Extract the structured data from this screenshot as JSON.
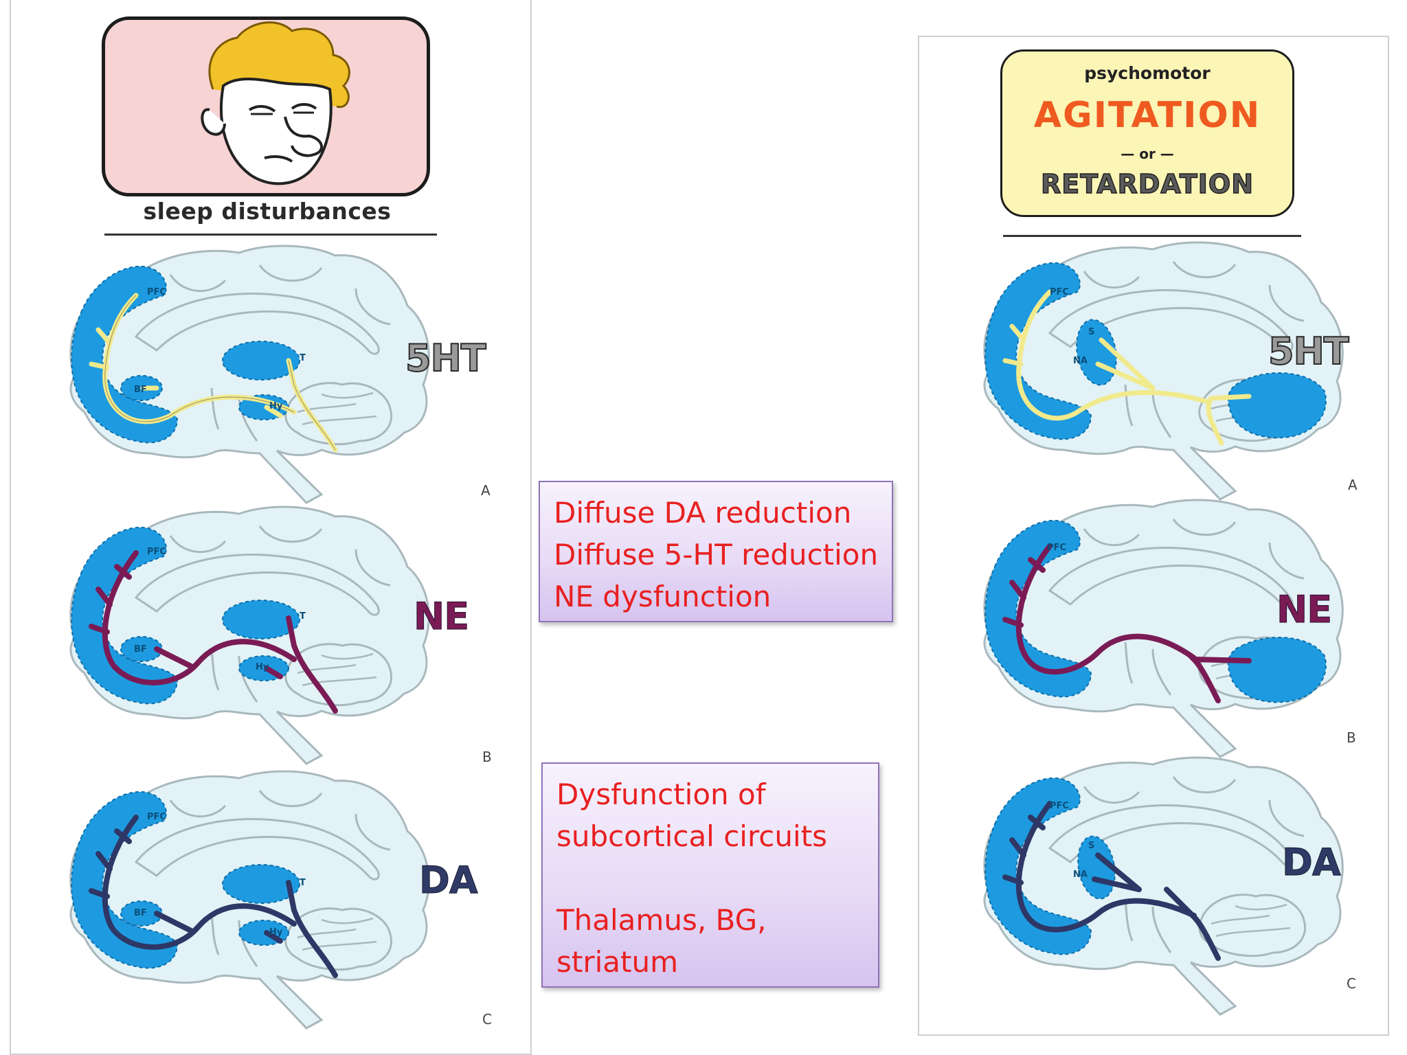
{
  "left_panel": {
    "caption": "sleep disturbances",
    "figures": [
      {
        "transmitter": "5HT",
        "letter": "A",
        "labels": [
          "PFC",
          "BF",
          "T",
          "Hy"
        ]
      },
      {
        "transmitter": "NE",
        "letter": "B",
        "labels": [
          "PFC",
          "BF",
          "T",
          "Hy"
        ]
      },
      {
        "transmitter": "DA",
        "letter": "C",
        "labels": [
          "PFC",
          "BF",
          "T",
          "Hy"
        ]
      }
    ]
  },
  "right_panel": {
    "title_top": "psychomotor",
    "title_main": "AGITATION",
    "title_or": "— or —",
    "title_bottom": "RETARDATION",
    "figures": [
      {
        "transmitter": "5HT",
        "letter": "A",
        "labels": [
          "PFC",
          "S",
          "NA"
        ]
      },
      {
        "transmitter": "NE",
        "letter": "B",
        "labels": [
          "PFC"
        ]
      },
      {
        "transmitter": "DA",
        "letter": "C",
        "labels": [
          "PFC",
          "S",
          "NA"
        ]
      }
    ]
  },
  "notes": {
    "top": [
      "Diffuse DA reduction",
      "Diffuse 5-HT reduction",
      "NE dysfunction"
    ],
    "bottom": [
      "Dysfunction of",
      "subcortical circuits",
      "",
      "Thalamus, BG,",
      "striatum"
    ]
  },
  "colors": {
    "brain_fill": "#e3f2f6",
    "region_fill": "#1e9be0",
    "serotonin_tract": "#f1ea8c",
    "norepinephrine_tract": "#7a1b55",
    "dopamine_tract": "#2e3766",
    "note_text": "#e82020"
  }
}
